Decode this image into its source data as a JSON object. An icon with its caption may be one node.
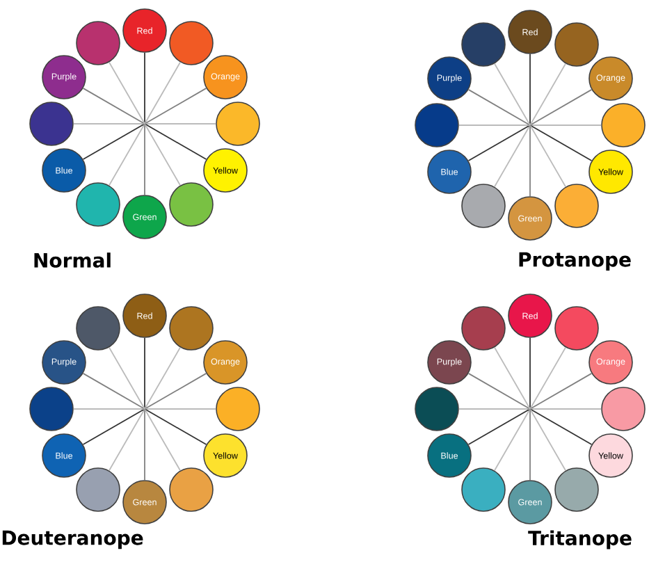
{
  "diagram": {
    "nodes": [
      {
        "text": [
          "Red"
        ]
      },
      {
        "text": [],
        "shape": "circle"
      },
      {
        "text": [
          "Orange"
        ]
      },
      {
        "text": [],
        "shape": "circle"
      },
      {
        "text": [
          "Yellow"
        ]
      },
      {
        "text": [],
        "shape": "circle"
      },
      {
        "text": [
          "Green"
        ]
      },
      {
        "text": [],
        "shape": "circle"
      },
      {
        "text": [
          "Blue"
        ]
      },
      {
        "text": [],
        "shape": "circle"
      },
      {
        "text": [
          "Purple"
        ]
      },
      {
        "text": [],
        "shape": "circle"
      },
      {
        "text": [
          "Red"
        ]
      },
      {
        "text": [],
        "shape": "circle"
      },
      {
        "text": [
          "Orange"
        ]
      },
      {
        "text": [],
        "shape": "circle"
      },
      {
        "text": [
          "Yellow"
        ]
      },
      {
        "text": [],
        "shape": "circle"
      },
      {
        "text": [
          "Green"
        ]
      },
      {
        "text": [],
        "shape": "circle"
      },
      {
        "text": [
          "Blue"
        ]
      },
      {
        "text": [],
        "shape": "circle"
      },
      {
        "text": [
          "Purple"
        ]
      },
      {
        "text": [],
        "shape": "circle"
      },
      {
        "text": [
          "Red"
        ]
      },
      {
        "text": [],
        "shape": "circle"
      },
      {
        "text": [
          "Orange"
        ]
      },
      {
        "text": [],
        "shape": "circle"
      },
      {
        "text": [
          "Yellow"
        ]
      },
      {
        "text": [],
        "shape": "circle"
      },
      {
        "text": [
          "Green"
        ]
      },
      {
        "text": [],
        "shape": "circle"
      },
      {
        "text": [
          "Blue"
        ]
      },
      {
        "text": [],
        "shape": "circle"
      },
      {
        "text": [
          "Purple"
        ]
      },
      {
        "text": [],
        "shape": "circle"
      },
      {
        "text": [
          "Red"
        ]
      },
      {
        "text": [],
        "shape": "circle"
      },
      {
        "text": [
          "Orange"
        ]
      },
      {
        "text": [],
        "shape": "circle"
      },
      {
        "text": [
          "Yellow"
        ]
      },
      {
        "text": [],
        "shape": "circle"
      },
      {
        "text": [
          "Green"
        ]
      },
      {
        "text": [],
        "shape": "circle"
      },
      {
        "text": [
          "Blue"
        ]
      },
      {
        "text": [],
        "shape": "circle"
      },
      {
        "text": [
          "Purple"
        ]
      },
      {
        "text": [],
        "shape": "circle"
      }
    ],
    "edges": [
      {
        "from": 0,
        "to": null,
        "arrow": "none",
        "color": "#333333"
      },
      {
        "from": 1,
        "to": null,
        "arrow": "none"
      },
      {
        "from": 2,
        "to": null,
        "arrow": "none",
        "color": "#808080"
      },
      {
        "from": 3,
        "to": null,
        "arrow": "none"
      },
      {
        "from": 4,
        "to": null,
        "arrow": "none",
        "color": "#333333"
      },
      {
        "from": 5,
        "to": null,
        "arrow": "none"
      },
      {
        "from": 6,
        "to": null,
        "arrow": "none",
        "color": "#808080"
      },
      {
        "from": 7,
        "to": null,
        "arrow": "none"
      },
      {
        "from": 8,
        "to": null,
        "arrow": "none",
        "color": "#333333"
      },
      {
        "from": 9,
        "to": null,
        "arrow": "none"
      },
      {
        "from": 10,
        "to": null,
        "arrow": "none",
        "color": "#808080"
      },
      {
        "from": 11,
        "to": null,
        "arrow": "none"
      },
      {
        "from": 12,
        "to": null,
        "arrow": "none",
        "color": "#333333"
      },
      {
        "from": 13,
        "to": null,
        "arrow": "none"
      },
      {
        "from": 14,
        "to": null,
        "arrow": "none",
        "color": "#808080"
      },
      {
        "from": 15,
        "to": null,
        "arrow": "none"
      },
      {
        "from": 16,
        "to": null,
        "arrow": "none",
        "color": "#333333"
      },
      {
        "from": 17,
        "to": null,
        "arrow": "none"
      },
      {
        "from": 18,
        "to": null,
        "arrow": "none",
        "color": "#808080"
      },
      {
        "from": 19,
        "to": null,
        "arrow": "none"
      },
      {
        "from": 20,
        "to": null,
        "arrow": "none",
        "color": "#333333"
      },
      {
        "from": 21,
        "to": null,
        "arrow": "none"
      },
      {
        "from": 22,
        "to": null,
        "arrow": "none",
        "color": "#808080"
      },
      {
        "from": 23,
        "to": null,
        "arrow": "none"
      },
      {
        "from": 24,
        "to": null,
        "arrow": "none",
        "color": "#333333"
      },
      {
        "from": 25,
        "to": null,
        "arrow": "none"
      },
      {
        "from": 26,
        "to": null,
        "arrow": "none",
        "color": "#808080"
      },
      {
        "from": 27,
        "to": null,
        "arrow": "none"
      },
      {
        "from": 28,
        "to": null,
        "arrow": "none",
        "color": "#333333"
      },
      {
        "from": 29,
        "to": null,
        "arrow": "none"
      },
      {
        "from": 30,
        "to": null,
        "arrow": "none",
        "color": "#808080"
      },
      {
        "from": 31,
        "to": null,
        "arrow": "none"
      },
      {
        "from": 32,
        "to": null,
        "arrow": "none",
        "color": "#333333"
      },
      {
        "from": 33,
        "to": null,
        "arrow": "none"
      },
      {
        "from": 34,
        "to": null,
        "arrow": "none",
        "color": "#808080"
      },
      {
        "from": 35,
        "to": null,
        "arrow": "none"
      },
      {
        "from": 36,
        "to": null,
        "arrow": "none",
        "color": "#333333"
      },
      {
        "from": 37,
        "to": null,
        "arrow": "none"
      },
      {
        "from": 38,
        "to": null,
        "arrow": "none",
        "color": "#808080"
      },
      {
        "from": 39,
        "to": null,
        "arrow": "none"
      },
      {
        "from": 40,
        "to": null,
        "arrow": "none",
        "color": "#333333"
      },
      {
        "from": 41,
        "to": null,
        "arrow": "none"
      },
      {
        "from": 42,
        "to": null,
        "arrow": "none",
        "color": "#808080"
      },
      {
        "from": 43,
        "to": null,
        "arrow": "none"
      },
      {
        "from": 44,
        "to": null,
        "arrow": "none",
        "color": "#333333"
      },
      {
        "from": 45,
        "to": null,
        "arrow": "none"
      },
      {
        "from": 46,
        "to": null,
        "arrow": "none",
        "color": "#808080"
      },
      {
        "from": 47,
        "to": null,
        "arrow": "none"
      }
    ],
    "labels": [
      "Normal",
      "Protanope",
      "Deuteranope",
      "Tritanope"
    ]
  }
}
